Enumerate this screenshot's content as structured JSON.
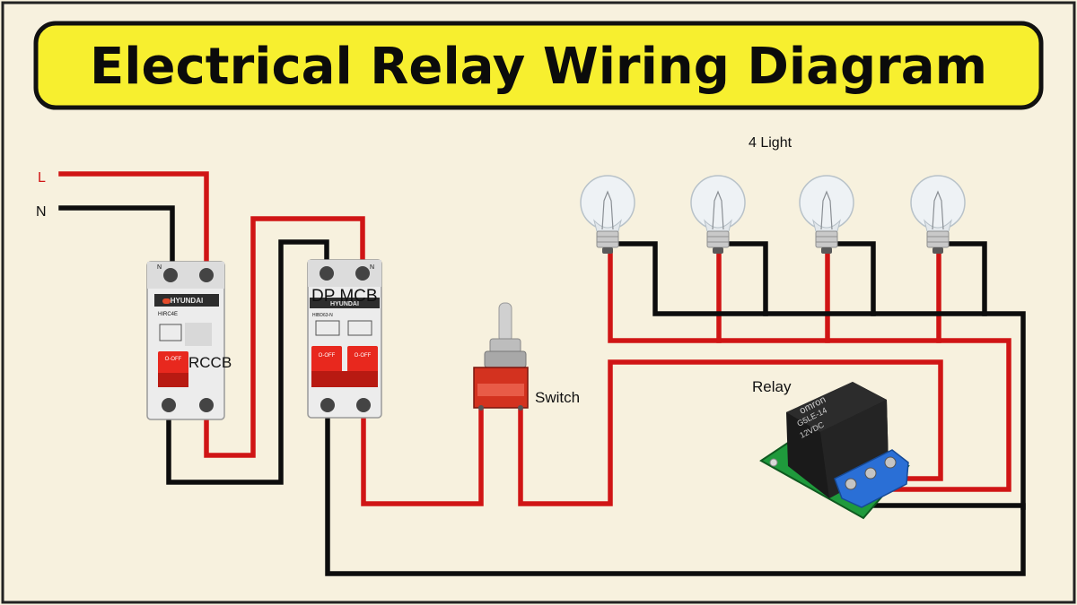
{
  "title": "Electrical Relay Wiring Diagram",
  "labels": {
    "line": "L",
    "neutral": "N",
    "lights": "4 Light",
    "rccb": "RCCB",
    "mcb": "DP MCB",
    "switch": "Switch",
    "relay": "Relay"
  },
  "rccb_device": {
    "brand": "HYUNDAI",
    "model": "HIRC4E",
    "terminal_n": "N",
    "handle_text": "O-OFF"
  },
  "mcb_device": {
    "brand": "HYUNDAI",
    "model": "HIBD63-N",
    "terminal_n": "N",
    "handle_text_1": "O-OFF",
    "handle_text_2": "O-OFF"
  },
  "relay_device": {
    "brand": "omron",
    "model": "G5LE-14",
    "voltage": "12VDC"
  },
  "colors": {
    "background": "#f7f1de",
    "title_bar": "#f7ef2f",
    "live_wire": "#d01515",
    "neutral_wire": "#0d0d0d",
    "breaker_handle": "#e8281e",
    "relay_base": "#1f9a3c",
    "relay_terminal": "#2a6fd6"
  },
  "icons": [
    "light-bulb-icon",
    "toggle-switch-icon",
    "rccb-icon",
    "mcb-icon",
    "relay-module-icon"
  ]
}
